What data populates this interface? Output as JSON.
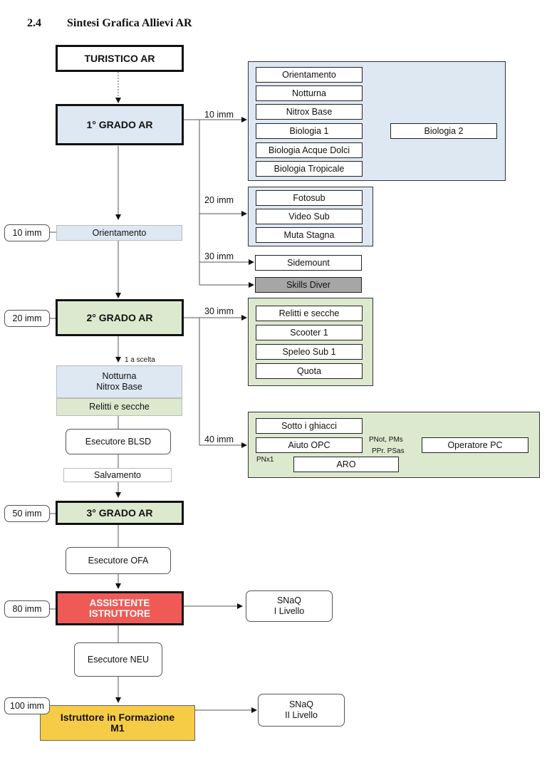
{
  "heading": {
    "number": "2.4",
    "title": "Sintesi Grafica Allievi AR"
  },
  "levels": {
    "turistico": "TURISTICO AR",
    "grado1": "1° GRADO AR",
    "grado2": "2° GRADO AR",
    "grado3": "3° GRADO AR",
    "assistente": "ASSISTENTE\nISTRUTTORE",
    "istruttore": "Istruttore in Formazione\nM1"
  },
  "prereq": {
    "orientamento": "Orientamento",
    "notturna_nitrox": "Notturna\nNitrox Base",
    "relitti": "Relitti e secche",
    "blsd": "Esecutore BLSD",
    "salvamento": "Salvamento",
    "ofa": "Esecutore OFA",
    "neu": "Esecutore NEU"
  },
  "left_badges": [
    "10 imm",
    "20 imm",
    "50 imm",
    "80 imm",
    "100 imm"
  ],
  "one_choice": "1 a scelta",
  "branch_labels": {
    "b10": "10 imm",
    "b20": "20 imm",
    "b30a": "30 imm",
    "b30b": "30 imm",
    "b40": "40 imm"
  },
  "group1": [
    "Orientamento",
    "Notturna",
    "Nitrox Base",
    "Biologia 1",
    "Biologia Acque Dolci",
    "Biologia Tropicale"
  ],
  "biologia2": "Biologia 2",
  "group2": [
    "Fotosub",
    "Video Sub",
    "Muta Stagna"
  ],
  "sidemount": "Sidemount",
  "skills_diver": "Skills Diver",
  "group3": [
    "Relitti e secche",
    "Scooter 1",
    "Speleo Sub 1",
    "Quota"
  ],
  "group4": {
    "ghiacci": "Sotto i ghiacci",
    "aiuto_opc": "Aiuto OPC",
    "operatore_pc": "Operatore PC",
    "aro": "ARO"
  },
  "arrow_labels": {
    "pnot": "PNot, PMs",
    "ppr": "PPr. PSas",
    "pnx": "PNx1"
  },
  "snaq": {
    "l1": "SNaQ\nI Livello",
    "l2": "SNaQ\nII Livello"
  },
  "colors": {
    "blue": "#dde8f3",
    "green": "#dde9cf",
    "red": "#ef5a57",
    "yellow": "#f6cb45",
    "grey": "#a6a6a6"
  }
}
